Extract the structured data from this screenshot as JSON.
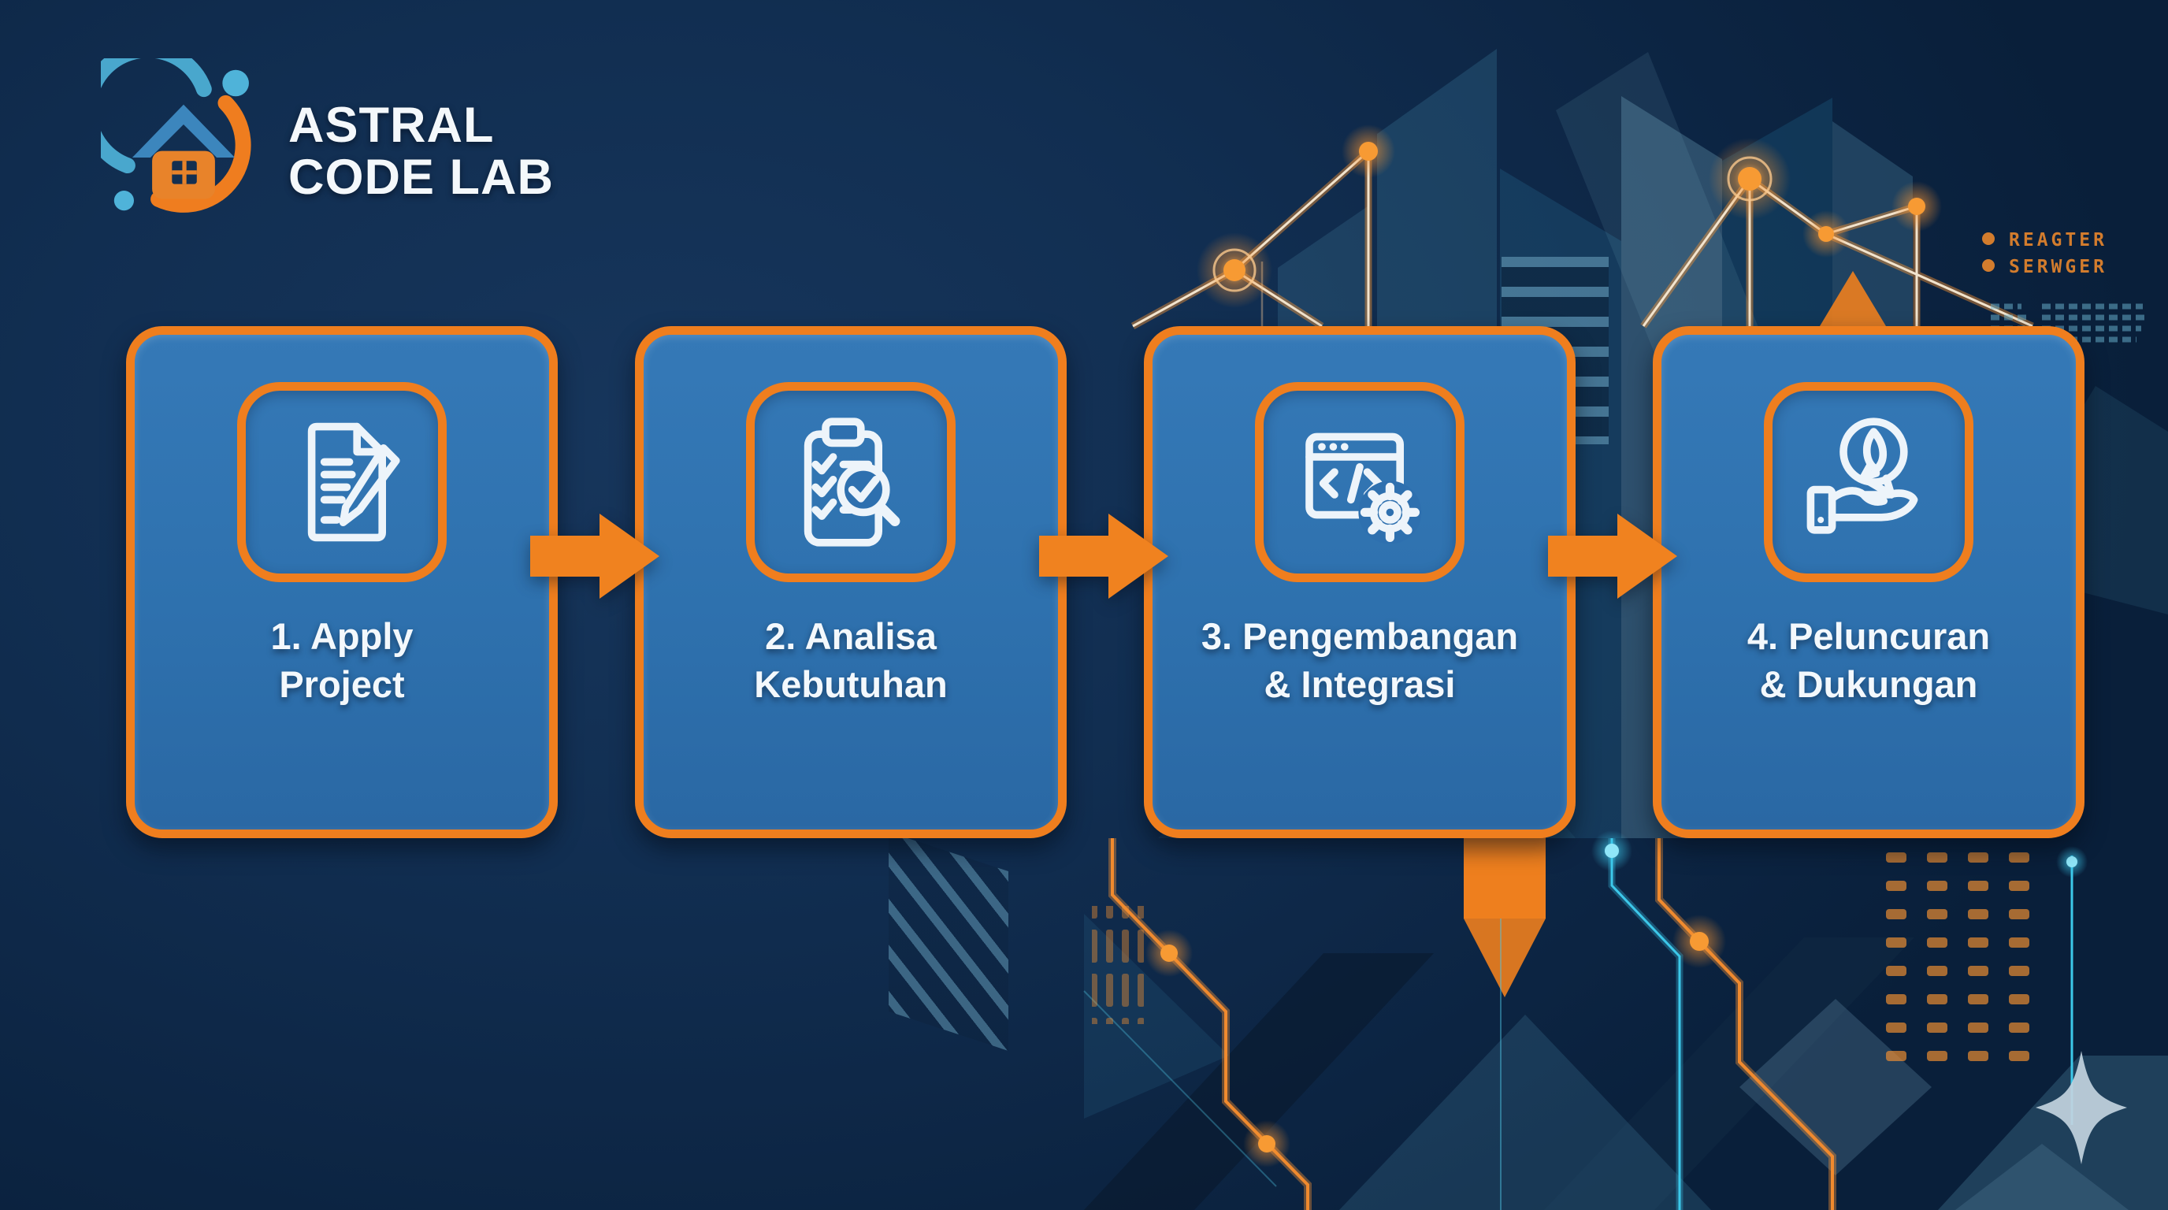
{
  "brand": {
    "line1": "ASTRAL",
    "line2": "CODE LAB",
    "logo_icon": "house-orbit-logo"
  },
  "steps": [
    {
      "number": 1,
      "line1": "1. Apply",
      "line2": "Project",
      "icon": "document-pencil-icon"
    },
    {
      "number": 2,
      "line1": "2. Analisa",
      "line2": "Kebutuhan",
      "icon": "clipboard-check-magnifier-icon"
    },
    {
      "number": 3,
      "line1": "3. Pengembangan",
      "line2": "& Integrasi",
      "icon": "code-window-gear-icon"
    },
    {
      "number": 4,
      "line1": "4. Peluncuran",
      "line2": "& Dukungan",
      "icon": "hand-launch-bubble-icon"
    }
  ],
  "decor": {
    "legend": [
      "REAGTER",
      "SERWGER"
    ]
  },
  "colors": {
    "accent_orange": "#EF7E1E",
    "card_blue": "#2E71AE",
    "background_navy": "#0F2B4C",
    "icon_white": "#EDF4FA",
    "teal_accent": "#45AED6",
    "cyan_glow": "#3CC8EA"
  }
}
